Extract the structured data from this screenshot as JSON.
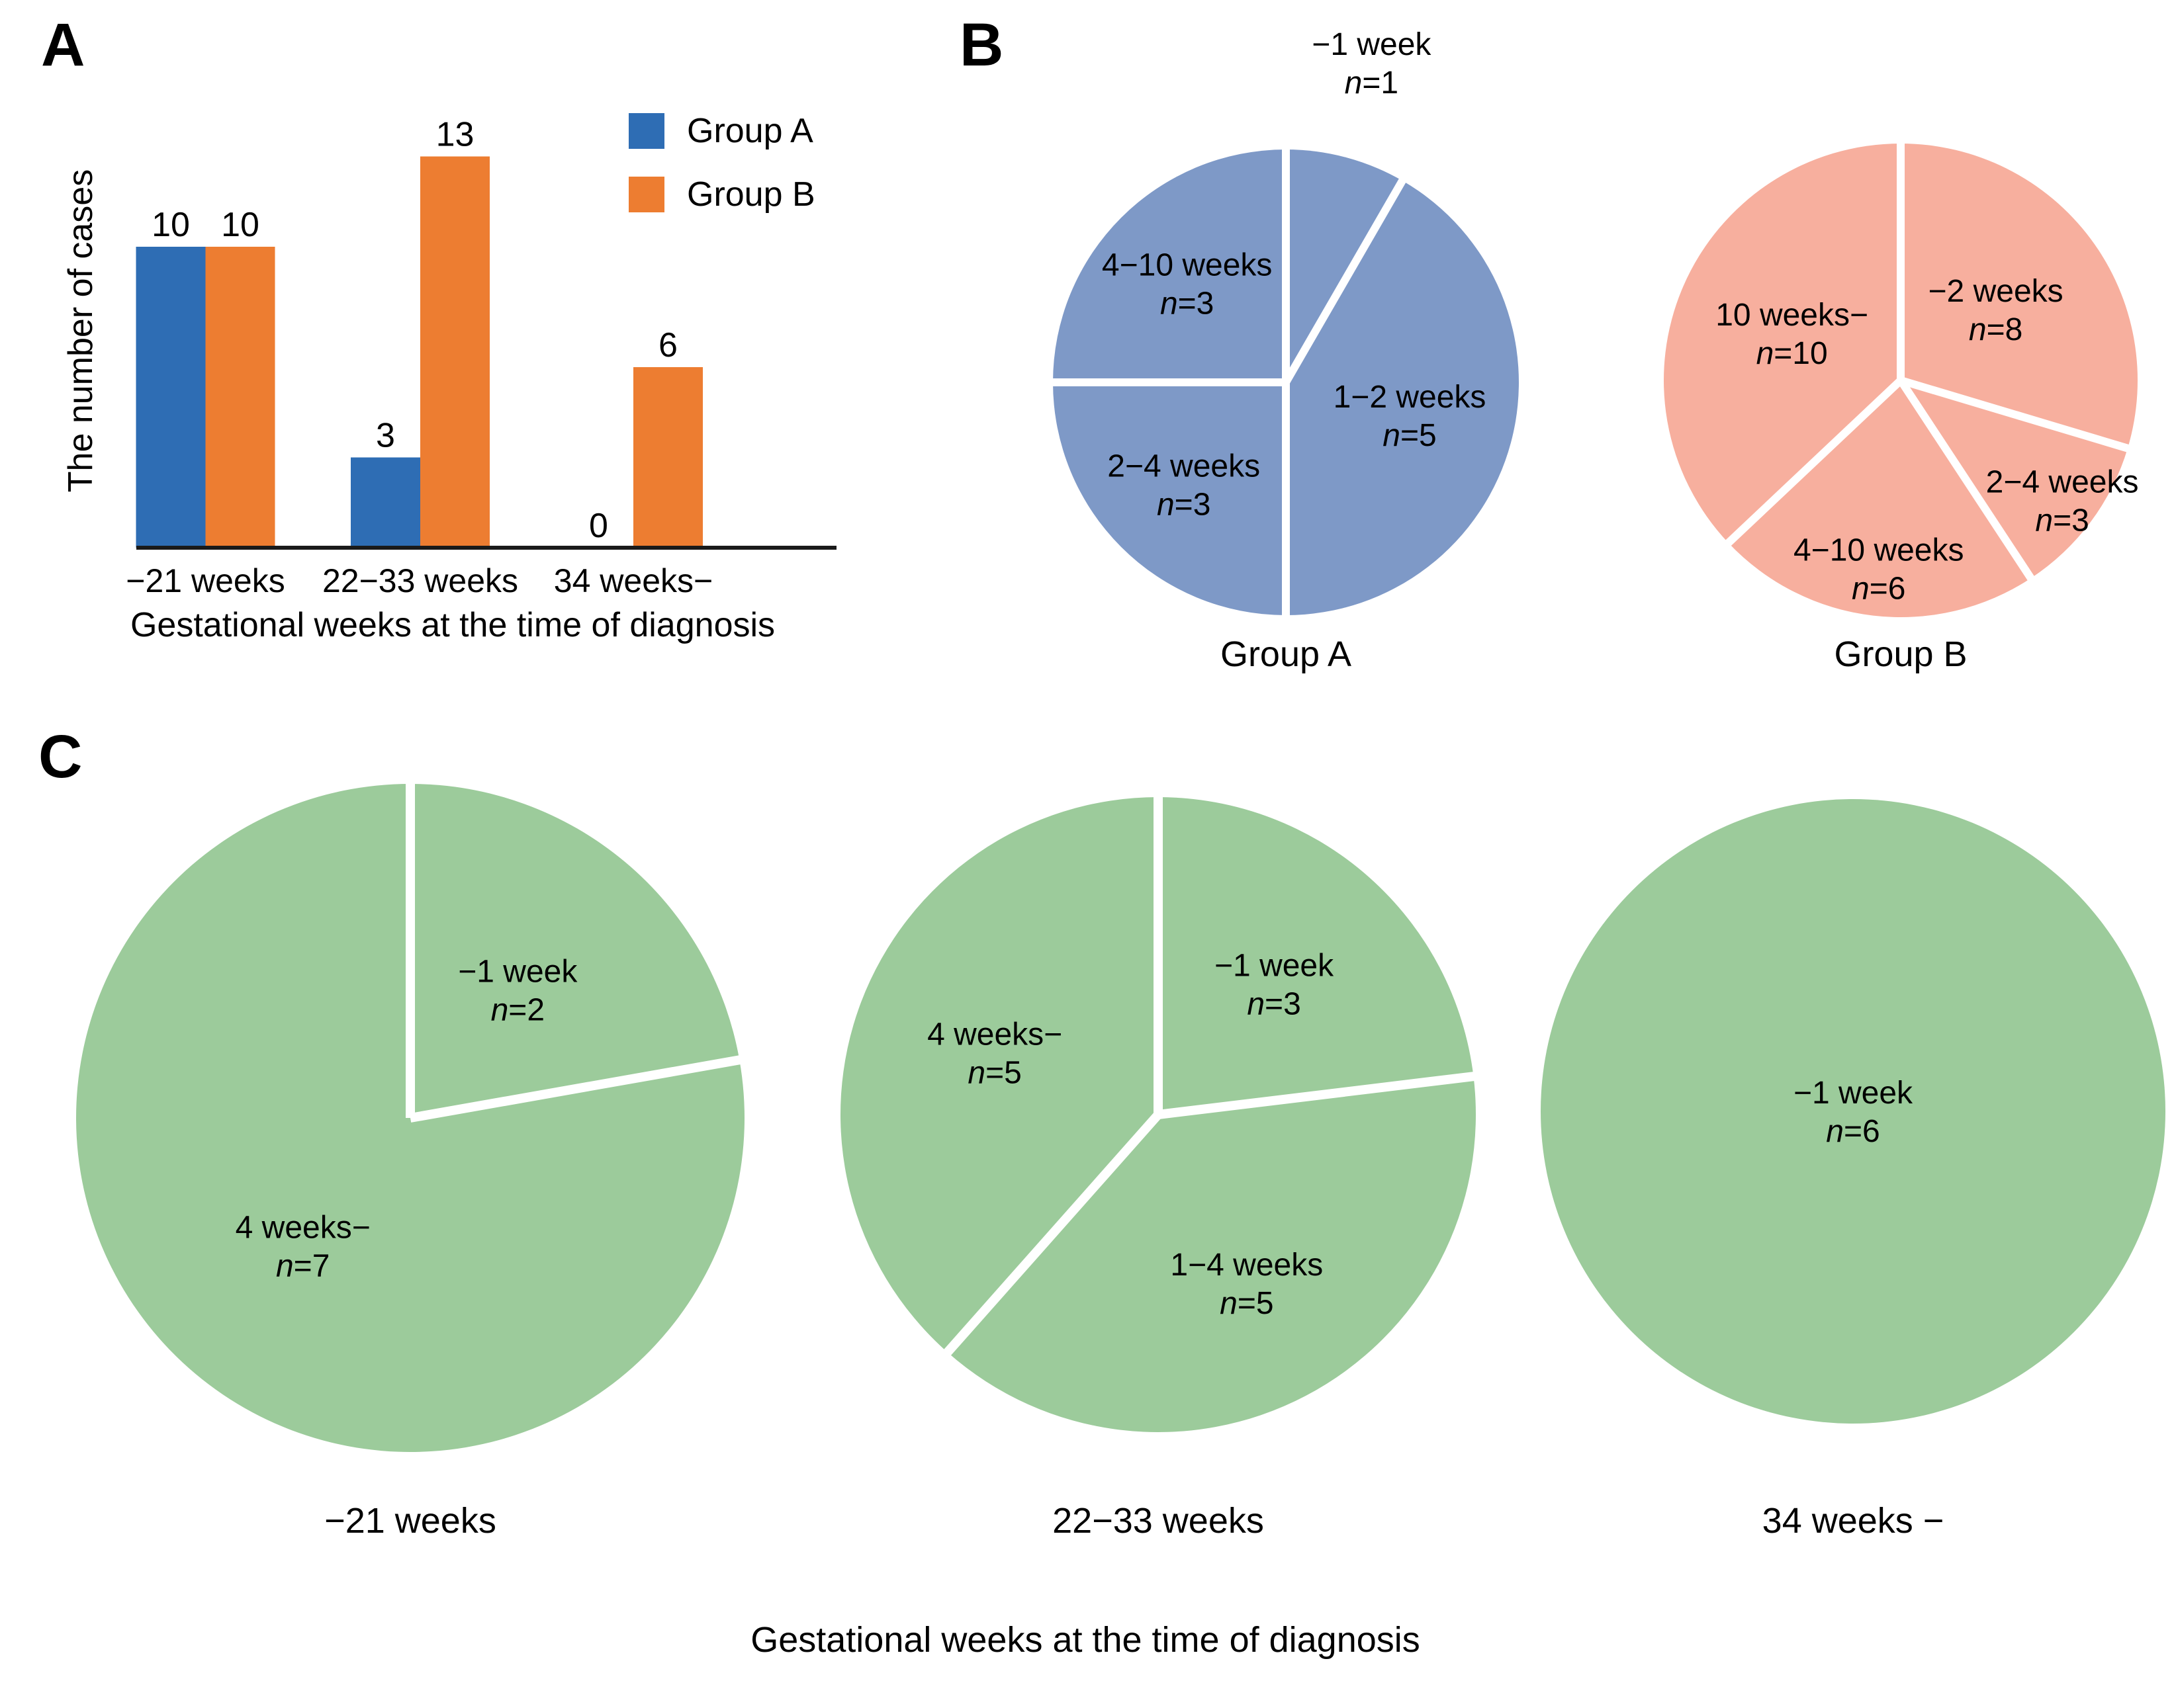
{
  "figure": {
    "panels": {
      "a": "A",
      "b": "B",
      "c": "C"
    }
  },
  "colors": {
    "group_a_bar": "#2E6DB4",
    "group_b_bar": "#ED7D31",
    "pie_blue": "#7E99C7",
    "pie_salmon": "#F7AF9E",
    "pie_green": "#9CCB9B",
    "axis": "#1A1A1A",
    "divider_white": "#FFFFFF"
  },
  "panel_c": {
    "xlabel": "Gestational weeks at the time of diagnosis"
  },
  "chart_data": [
    {
      "id": "bar-number-of-cases",
      "type": "bar",
      "title": "",
      "categories": [
        "−21 weeks",
        "22−33 weeks",
        "34 weeks−"
      ],
      "series": [
        {
          "name": "Group A",
          "color": "#2E6DB4",
          "values": [
            10,
            3,
            0
          ]
        },
        {
          "name": "Group B",
          "color": "#ED7D31",
          "values": [
            10,
            13,
            6
          ]
        }
      ],
      "ylabel": "The number of cases",
      "xlabel": "Gestational weeks at the time of diagnosis",
      "ylim": [
        0,
        14.5
      ],
      "grid": false,
      "bar_value_labels": [
        [
          10,
          3,
          0
        ],
        [
          10,
          13,
          6
        ]
      ],
      "legend_position": "top-right"
    },
    {
      "id": "pie-group-a",
      "type": "pie",
      "caption": "Group A",
      "color": "#7E99C7",
      "start_angle_deg": 0,
      "total": 12,
      "slices": [
        {
          "label": "−1 week",
          "n": 1,
          "label_outside": true,
          "lr": 1.42
        },
        {
          "label": "1−2 weeks",
          "n": 5,
          "lr": 0.55
        },
        {
          "label": "2−4 weeks",
          "n": 3,
          "lr": 0.62
        },
        {
          "label": "4−10 weeks",
          "n": 3,
          "lr": 0.6
        }
      ]
    },
    {
      "id": "pie-group-b",
      "type": "pie",
      "caption": "Group B",
      "color": "#F7AF9E",
      "start_angle_deg": 0,
      "total": 27,
      "slices": [
        {
          "label": "−2 weeks",
          "n": 8,
          "lr": 0.5
        },
        {
          "label": "2−4 weeks",
          "n": 3,
          "lr": 0.85
        },
        {
          "label": "4−10 weeks",
          "n": 6,
          "lr": 0.8
        },
        {
          "label": "10 weeks−",
          "n": 10,
          "lr": 0.5
        }
      ]
    },
    {
      "id": "pie-c-under21weeks",
      "type": "pie",
      "caption": "−21 weeks",
      "color": "#9CCB9B",
      "start_angle_deg": 0,
      "total": 9,
      "slices": [
        {
          "label": "−1 week",
          "n": 2,
          "lr": 0.5
        },
        {
          "label": "4 weeks−",
          "n": 7,
          "lr": 0.5
        }
      ]
    },
    {
      "id": "pie-c-22-33weeks",
      "type": "pie",
      "caption": "22−33 weeks",
      "color": "#9CCB9B",
      "start_angle_deg": 0,
      "total": 13,
      "slices": [
        {
          "label": "−1 week",
          "n": 3,
          "lr": 0.55
        },
        {
          "label": "1−4 weeks",
          "n": 5,
          "lr": 0.6
        },
        {
          "label": "4 weeks−",
          "n": 5,
          "lr": 0.55
        }
      ]
    },
    {
      "id": "pie-c-34weeks",
      "type": "pie",
      "caption": "34 weeks −",
      "color": "#9CCB9B",
      "start_angle_deg": 0,
      "total": 6,
      "slices": [
        {
          "label": "−1 week",
          "n": 6,
          "lr": 0
        }
      ]
    }
  ]
}
